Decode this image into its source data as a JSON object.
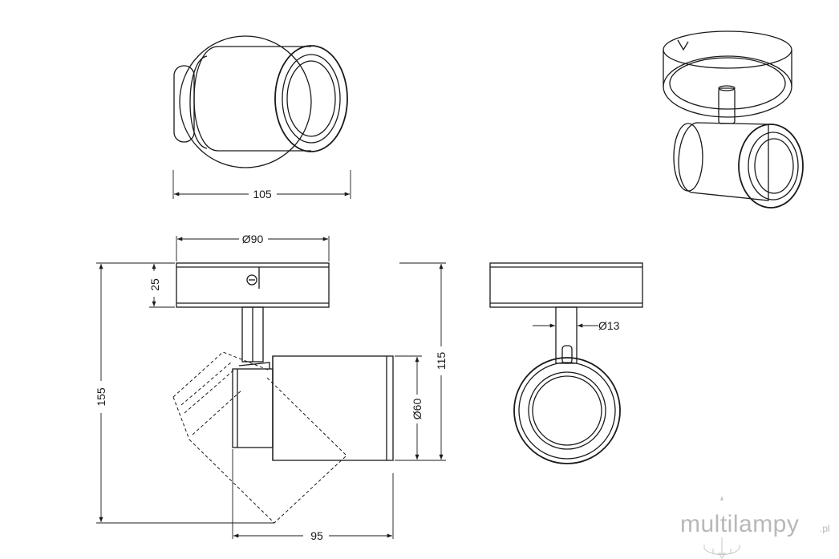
{
  "dimensions": {
    "top_width": "105",
    "base_diameter": "Ø90",
    "base_height": "25",
    "total_height": "155",
    "arm_height": "115",
    "head_diameter": "Ø60",
    "arm_diameter": "Ø13",
    "depth": "95"
  },
  "logo": {
    "name": "multilampy",
    "suffix": ".pl"
  },
  "colors": {
    "line": "#1a1a1a",
    "logo": "#b8b8b8"
  }
}
